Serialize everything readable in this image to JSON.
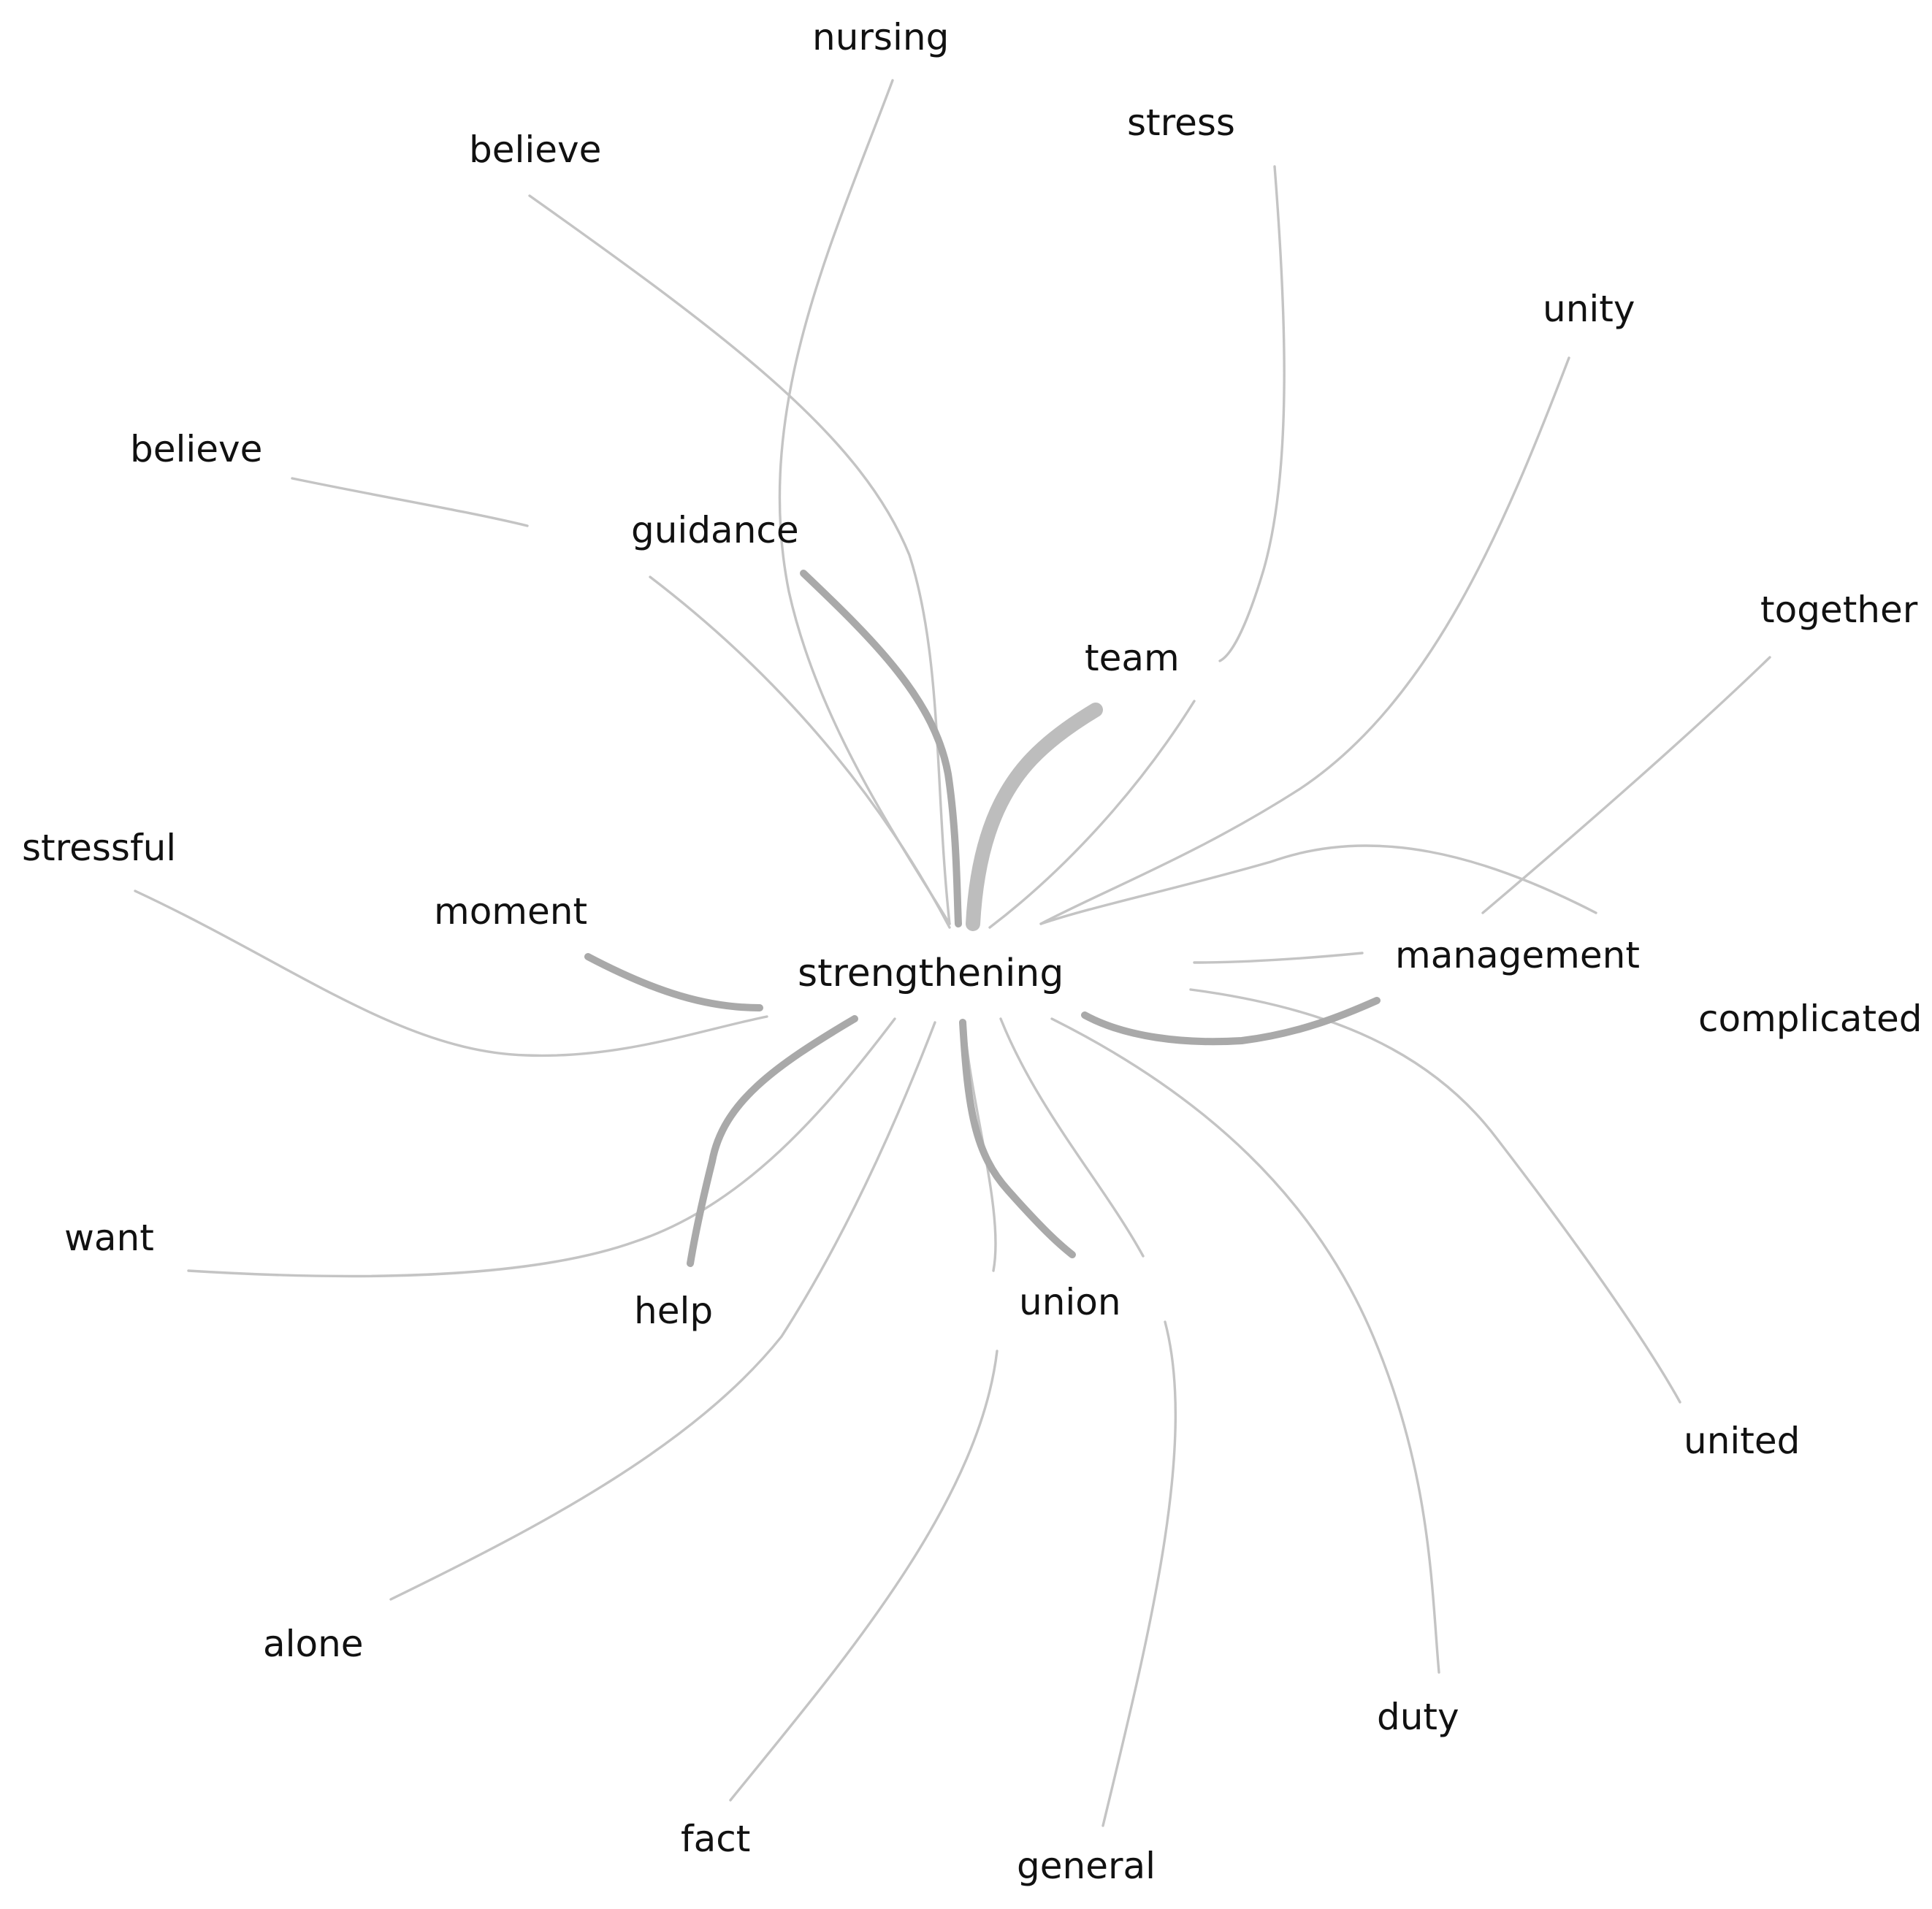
{
  "network": {
    "center": "strengthening",
    "words": {
      "nursing": "nursing",
      "believe_top": "believe",
      "stress": "stress",
      "unity": "unity",
      "believe_left": "believe",
      "guidance": "guidance",
      "together": "together",
      "team": "team",
      "stressful": "stressful",
      "moment": "moment",
      "management": "management",
      "complicated": "complicated",
      "want": "want",
      "help": "help",
      "union": "union",
      "united": "united",
      "alone": "alone",
      "duty": "duty",
      "fact": "fact",
      "general": "general"
    },
    "edge_color_thin": "#c4c4c4",
    "edge_color_thick": "#a9a9a9"
  }
}
